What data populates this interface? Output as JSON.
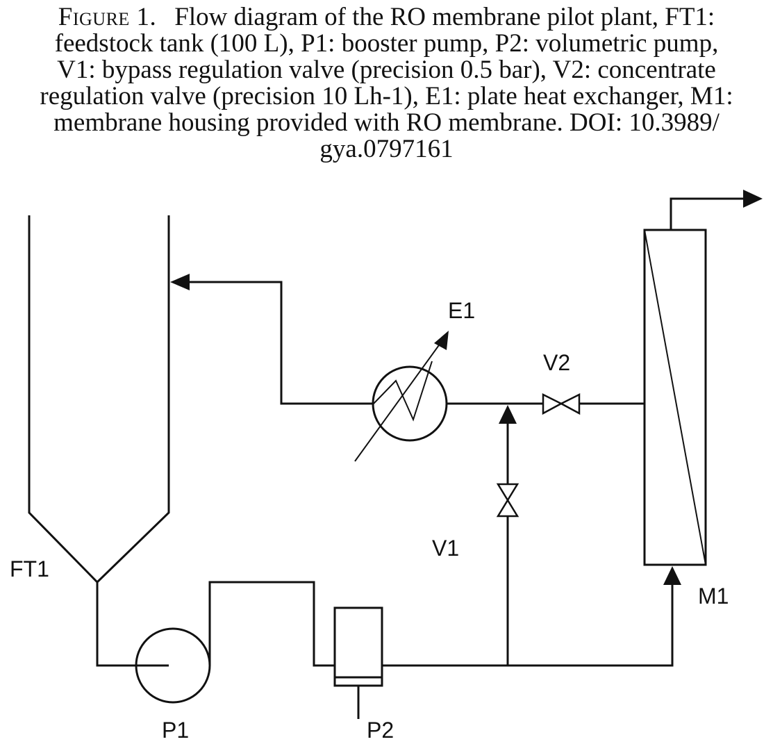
{
  "caption": {
    "figure_label": "Figure 1.",
    "lines": [
      "Flow diagram of the RO membrane pilot plant, FT1:",
      "feedstock tank (100 L), P1: booster pump, P2: volumetric pump,",
      "V1: bypass regulation valve (precision 0.5 bar), V2: concentrate",
      "regulation valve (precision 10 Lh-1), E1: plate heat exchanger, M1:",
      "membrane housing provided with RO membrane. DOI: 10.3989/",
      "gya.0797161"
    ]
  },
  "diagram": {
    "labels": {
      "ft1": "FT1",
      "p1": "P1",
      "p2": "P2",
      "v1": "V1",
      "v2": "V2",
      "e1": "E1",
      "m1": "M1"
    },
    "line_color": "#111111",
    "background": "#ffffff"
  }
}
